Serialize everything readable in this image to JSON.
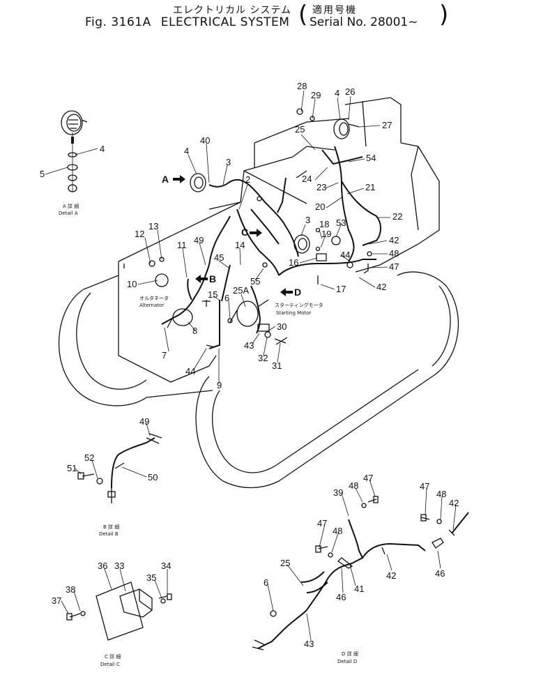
{
  "title": {
    "jp_main": "エレクトリカル システム",
    "jp_serial": "適用号機",
    "fig": "Fig. 3161A",
    "name": "ELECTRICAL SYSTEM",
    "serial": "Serial No. 28001∼"
  },
  "annotations": {
    "alternator_jp": "オルタネータ",
    "alternator": "Alternator",
    "starting_motor_jp": "スターティングモータ",
    "starting_motor": "Starting Motor"
  },
  "details": {
    "a_jp": "A 詳 細",
    "a": "Detail A",
    "b_jp": "B 詳 細",
    "b": "Detail B",
    "c_jp": "C 詳 細",
    "c": "Detail C",
    "d_jp": "D 詳 細",
    "d": "Detail D"
  },
  "view_arrows": [
    "A",
    "B",
    "C",
    "D"
  ],
  "part_labels": {
    "p28": "28",
    "p29": "29",
    "p4a": "4",
    "p26": "26",
    "p27": "27",
    "p25a": "25",
    "p54": "54",
    "p24": "24",
    "p23": "23",
    "p21": "21",
    "p20": "20",
    "p22": "22",
    "p53": "53",
    "p42a": "42",
    "p48a": "48",
    "p47a": "47",
    "p42b": "42",
    "p17": "17",
    "p44a": "44",
    "p16": "16",
    "p19": "19",
    "p18": "18",
    "p3a": "3",
    "p2": "2",
    "p40": "40",
    "p4b": "4",
    "p3b": "3",
    "p13": "13",
    "p12": "12",
    "p11": "11",
    "p49a": "49",
    "p14": "14",
    "p45": "45",
    "p55": "55",
    "p15": "15",
    "p10": "10",
    "p25b": "25A",
    "p6a": "6",
    "p30": "30",
    "p8": "8",
    "p7": "7",
    "p43a": "43",
    "p32": "32",
    "p31": "31",
    "p44b": "44",
    "p9": "9",
    "p4c": "4",
    "p5": "5",
    "p49b": "49",
    "p52": "52",
    "p51": "51",
    "p50": "50",
    "p36": "36",
    "p33": "33",
    "p34": "34",
    "p35": "35",
    "p38": "38",
    "p37": "37",
    "p47b": "47",
    "p48b": "48",
    "p39": "39",
    "p47c": "47",
    "p48c": "48",
    "p42c": "42",
    "p47d": "47",
    "p48d": "48",
    "p25c": "25",
    "p41": "41",
    "p46a": "46",
    "p42d": "42",
    "p46b": "46",
    "p6b": "6",
    "p43b": "43"
  }
}
